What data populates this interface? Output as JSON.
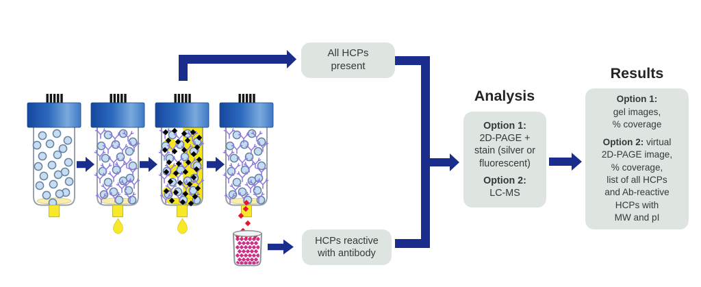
{
  "flow_boxes": {
    "all_hcps": {
      "text": "All HCPs\npresent"
    },
    "hcps_reactive": {
      "text": "HCPs reactive\nwith antibody"
    }
  },
  "analysis": {
    "heading": "Analysis",
    "option1_label": "Option 1:",
    "option1_text": "2D-PAGE +\nstain (silver or\nfluorescent)",
    "option2_label": "Option 2:",
    "option2_text": "LC-MS"
  },
  "results": {
    "heading": "Results",
    "option1_label": "Option 1:",
    "option1_text": "gel images,\n% coverage",
    "option2_label": "Option 2:",
    "option2_text": " virtual\n2D-PAGE image,\n% coverage,\nlist of all HCPs\nand Ab-reactive\nHCPs with\nMW and pI"
  },
  "diagram": {
    "columns": [
      {
        "icon": "column-with-beads-icon"
      },
      {
        "icon": "column-beads-antibodies-icon"
      },
      {
        "icon": "column-sample-loaded-icon"
      },
      {
        "icon": "column-after-elution-icon"
      }
    ],
    "beaker_icon": "eluate-beaker-icon",
    "droplet_icon": "buffer-droplet-icon"
  },
  "colors": {
    "arrow_navy": "#1a2d8c",
    "box_background": "#dee5e1",
    "cap_blue": "#2c6abd",
    "bead_blue": "#c6dcf2",
    "antibody_purple": "#8f7ce0",
    "hcp_red": "#e8132c",
    "eluate_magenta": "#cc2f87",
    "buffer_yellow": "#f7e92a"
  }
}
